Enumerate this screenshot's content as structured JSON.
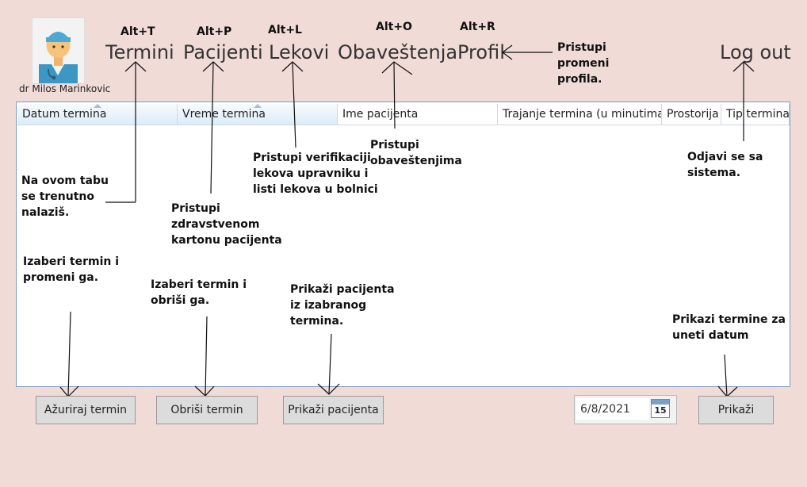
{
  "user": {
    "name": "dr Milos Marinkovic"
  },
  "nav": {
    "termini": "Termini",
    "pacijenti": "Pacijenti",
    "lekovi": "Lekovi",
    "obavestenja": "Obaveštenja",
    "profil": "Profil",
    "logout": "Log out"
  },
  "hotkeys": {
    "termini": "Alt+T",
    "pacijenti": "Alt+P",
    "lekovi": "Alt+L",
    "obavestenja": "Alt+O",
    "profil": "Alt+R"
  },
  "grid": {
    "columns": [
      "Datum termina",
      "Vreme termina",
      "Ime pacijenta",
      "Trajanje termina (u minutima)",
      "Prostorija",
      "Tip termina"
    ],
    "rows": []
  },
  "annotations": {
    "profil": [
      "Pristupi",
      "promeni",
      "profila."
    ],
    "lekovi": [
      "Pristupi verifikaciji",
      "lekova upravniku i",
      "listi lekova u bolnici"
    ],
    "obavestenja": [
      "Pristupi",
      "obaveštenjima"
    ],
    "logout": [
      "Odjavi se sa",
      "sistema."
    ],
    "termini": [
      "Na ovom tabu",
      "se trenutno",
      "nalaziš."
    ],
    "pacijenti": [
      "Pristupi",
      "zdravstvenom",
      "kartonu pacijenta"
    ],
    "azuriraj": [
      "Izaberi termin i",
      "promeni ga."
    ],
    "obrisi": [
      "Izaberi termin i",
      "obriši ga."
    ],
    "prikazi_pacijenta": [
      "Prikaži pacijenta",
      "iz izabranog",
      "termina."
    ],
    "prikazi": [
      "Prikazi termine za",
      "uneti datum"
    ]
  },
  "buttons": {
    "azuriraj": "Ažuriraj termin",
    "obrisi": "Obriši termin",
    "prikazi_pacijenta": "Prikaži pacijenta",
    "prikazi": "Prikaži"
  },
  "date": {
    "value": "6/8/2021",
    "calendar_day": "15"
  }
}
